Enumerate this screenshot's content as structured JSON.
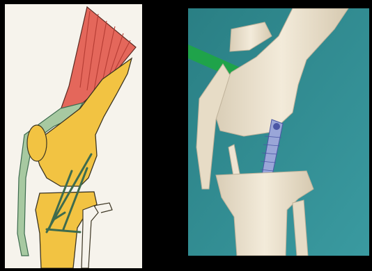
{
  "figure": {
    "background": "#000000",
    "panels": [
      {
        "id": "illustration",
        "kind": "anatomical drawing",
        "colors": {
          "paper": "#f6f3ec",
          "bone": "#f2c342",
          "muscle": "#e4675b",
          "tendon": "#a7c9a1",
          "ligament": "#3d6b4e",
          "outline": "#3b3422"
        }
      },
      {
        "id": "photo",
        "kind": "photograph of knee joint model",
        "colors": {
          "drape": "#2f8a8f",
          "model": "#ece2cf",
          "implant": "#9aa6d8",
          "handle": "#1fa34a"
        }
      }
    ]
  }
}
